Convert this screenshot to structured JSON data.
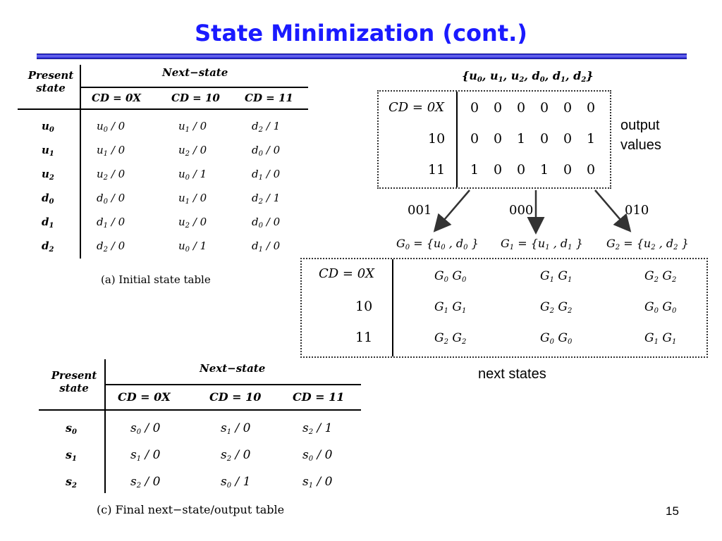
{
  "title": "State Minimization (cont.)",
  "table_a": {
    "header_present": "Present state",
    "header_next": "Next−state",
    "columns": [
      "CD = 0X",
      "CD = 10",
      "CD = 11"
    ],
    "rows": [
      {
        "state": "u",
        "sub": "0",
        "cells": [
          [
            "u",
            "0",
            "/ 0"
          ],
          [
            "u",
            "1",
            "/ 0"
          ],
          [
            "d",
            "2",
            "/ 1"
          ]
        ]
      },
      {
        "state": "u",
        "sub": "1",
        "cells": [
          [
            "u",
            "1",
            "/ 0"
          ],
          [
            "u",
            "2",
            "/ 0"
          ],
          [
            "d",
            "0",
            "/ 0"
          ]
        ]
      },
      {
        "state": "u",
        "sub": "2",
        "cells": [
          [
            "u",
            "2",
            "/ 0"
          ],
          [
            "u",
            "0",
            "/ 1"
          ],
          [
            "d",
            "1",
            "/ 0"
          ]
        ]
      },
      {
        "state": "d",
        "sub": "0",
        "cells": [
          [
            "d",
            "0",
            "/ 0"
          ],
          [
            "u",
            "1",
            "/ 0"
          ],
          [
            "d",
            "2",
            "/ 1"
          ]
        ]
      },
      {
        "state": "d",
        "sub": "1",
        "cells": [
          [
            "d",
            "1",
            "/ 0"
          ],
          [
            "u",
            "2",
            "/ 0"
          ],
          [
            "d",
            "0",
            "/ 0"
          ]
        ]
      },
      {
        "state": "d",
        "sub": "2",
        "cells": [
          [
            "d",
            "2",
            "/ 0"
          ],
          [
            "u",
            "0",
            "/ 1"
          ],
          [
            "d",
            "1",
            "/ 0"
          ]
        ]
      }
    ],
    "caption": "(a)  Initial state table"
  },
  "table_c": {
    "header_present": "Present state",
    "header_next": "Next−state",
    "columns": [
      "CD = 0X",
      "CD = 10",
      "CD = 11"
    ],
    "rows": [
      {
        "state": "s",
        "sub": "0",
        "cells": [
          [
            "s",
            "0",
            "/ 0"
          ],
          [
            "s",
            "1",
            "/ 0"
          ],
          [
            "s",
            "2",
            "/ 1"
          ]
        ]
      },
      {
        "state": "s",
        "sub": "1",
        "cells": [
          [
            "s",
            "1",
            "/ 0"
          ],
          [
            "s",
            "2",
            "/ 0"
          ],
          [
            "s",
            "0",
            "/ 0"
          ]
        ]
      },
      {
        "state": "s",
        "sub": "2",
        "cells": [
          [
            "s",
            "2",
            "/ 0"
          ],
          [
            "s",
            "0",
            "/ 1"
          ],
          [
            "s",
            "1",
            "/ 0"
          ]
        ]
      }
    ],
    "caption": "(c)  Final next−state/output table"
  },
  "output_box": {
    "set_label": "{u 0 , u 1 , u 2 , d 0 , d 1 , d 2 }",
    "row_labels": [
      "CD = 0X",
      "10",
      "11"
    ],
    "values": [
      [
        "0",
        "0",
        "0",
        "0",
        "0",
        "0"
      ],
      [
        "0",
        "0",
        "1",
        "0",
        "0",
        "1"
      ],
      [
        "1",
        "0",
        "0",
        "1",
        "0",
        "0"
      ]
    ],
    "note": [
      "output",
      "values"
    ]
  },
  "arrows": {
    "left": "001",
    "middle": "000",
    "right": "010"
  },
  "groups": [
    "G0 = {u0 , d0 }",
    "G1 = {u1 , d1 }",
    "G2 = {u2 , d2 }"
  ],
  "next_box": {
    "row_labels": [
      "CD = 0X",
      "10",
      "11"
    ],
    "values": [
      [
        "G0 G0",
        "G1 G1",
        "G2 G2"
      ],
      [
        "G1 G1",
        "G2 G2",
        "G0 G0"
      ],
      [
        "G2 G2",
        "G0 G0",
        "G1 G1"
      ]
    ],
    "note": "next states"
  },
  "page_number": "15"
}
